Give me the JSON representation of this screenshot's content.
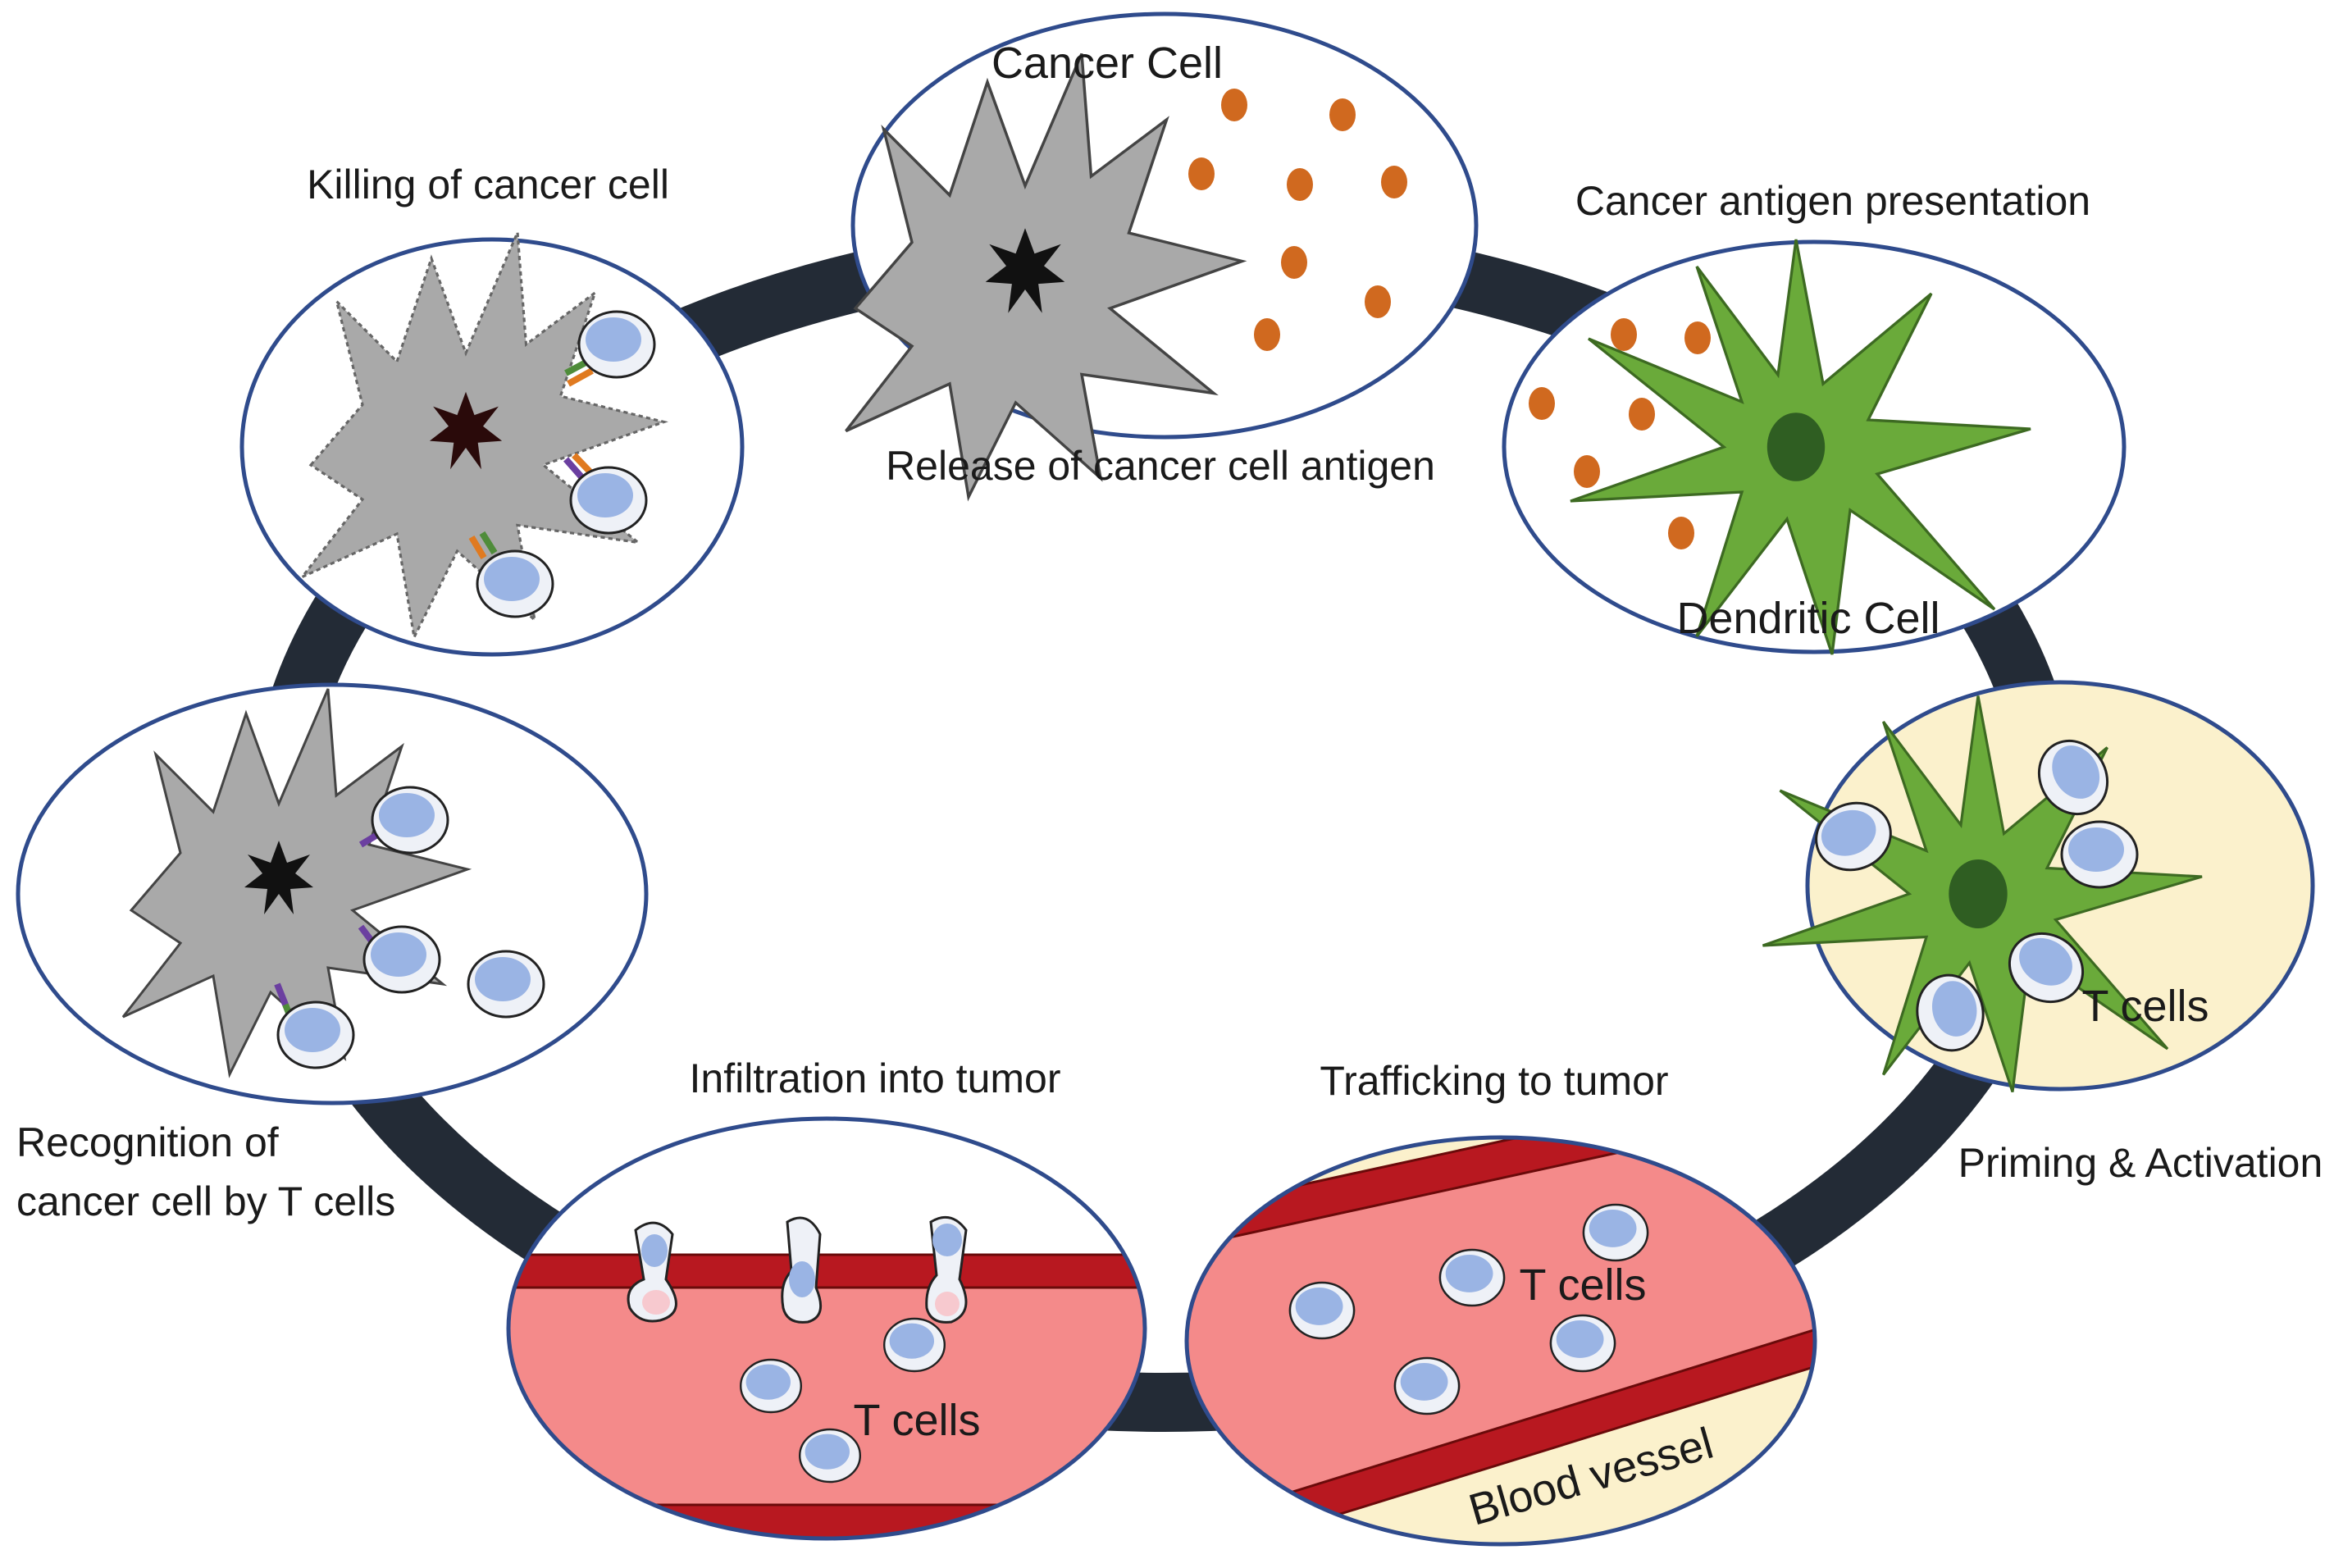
{
  "stages": {
    "release": {
      "label": "Release of cancer cell antigen",
      "cell_label": "Cancer Cell"
    },
    "presentation": {
      "label": "Cancer antigen presentation",
      "cell_label": "Dendritic Cell"
    },
    "priming": {
      "label": "Priming & Activation",
      "cell_label": "T cells"
    },
    "trafficking": {
      "label": "Trafficking to tumor",
      "cell_label": "T cells",
      "vessel_label": "Blood vessel"
    },
    "infiltration": {
      "label": "Infiltration into tumor",
      "cell_label": "T cells"
    },
    "recognition": {
      "label_line1": "Recognition of",
      "label_line2": "cancer cell by T cells"
    },
    "killing": {
      "label": "Killing of cancer cell"
    }
  },
  "colors": {
    "cycle_ring": "#232b36",
    "panel_border": "#2f4b8c",
    "cancer_cell": "#a9a9a9",
    "antigen": "#d0691f",
    "dendritic_cell": "#6aaa3a",
    "dendritic_nucleus": "#2f5e22",
    "t_cell": "#9ab4e4",
    "vessel_wall": "#b81820",
    "blood": "#f48a8a",
    "priming_bg": "#fbf1cc"
  }
}
